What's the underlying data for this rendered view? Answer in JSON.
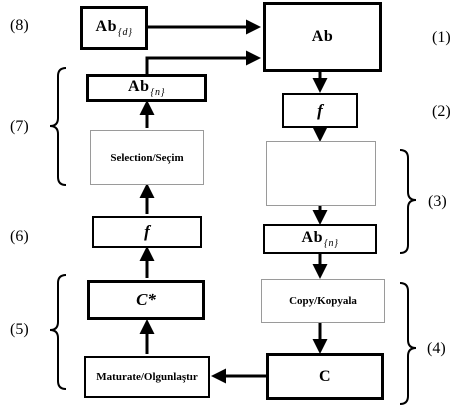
{
  "boxes": {
    "ab_d": {
      "main": "Ab",
      "sub": "{d}"
    },
    "ab_top": {
      "label": "Ab"
    },
    "f_right": {
      "label": "f"
    },
    "ab_n_right": {
      "main": "Ab",
      "sub": "{n}"
    },
    "copy": {
      "label": "Copy/Kopyala"
    },
    "c": {
      "label": "C"
    },
    "maturate": {
      "label": "Maturate/Olgunlaştır"
    },
    "c_star": {
      "label": "C*"
    },
    "f_left": {
      "label": "f"
    },
    "selection": {
      "label": "Selection/Seçim"
    },
    "ab_n_left": {
      "main": "Ab",
      "sub": "{n}"
    }
  },
  "step_numbers": {
    "n1": "(1)",
    "n2": "(2)",
    "n3": "(3)",
    "n4": "(4)",
    "n5": "(5)",
    "n6": "(6)",
    "n7": "(7)",
    "n8": "(8)"
  }
}
